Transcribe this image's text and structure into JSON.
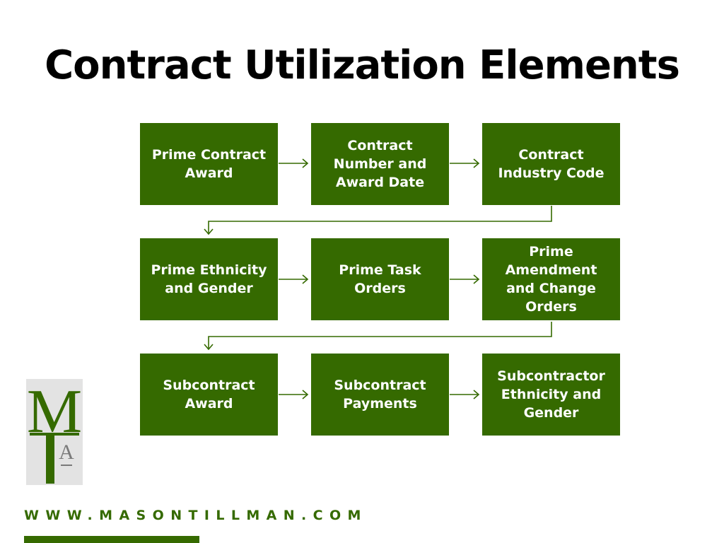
{
  "title": "Contract Utilization Elements",
  "colors": {
    "box_fill": "#356a00",
    "box_text": "#ffffff",
    "connector": "#356a00",
    "logo_background": "#e3e3e3"
  },
  "diagram": {
    "rows": [
      [
        {
          "label": "Prime Contract Award"
        },
        {
          "label": "Contract Number and Award Date"
        },
        {
          "label": "Contract Industry Code"
        }
      ],
      [
        {
          "label": "Prime Ethnicity and Gender"
        },
        {
          "label": "Prime Task Orders"
        },
        {
          "label": "Prime Amendment and Change Orders"
        }
      ],
      [
        {
          "label": "Subcontract Award"
        },
        {
          "label": "Subcontract Payments"
        },
        {
          "label": "Subcontractor Ethnicity and Gender"
        }
      ]
    ]
  },
  "logo": {
    "letters": [
      "M",
      "T",
      "A"
    ]
  },
  "footer": {
    "url": "WWW.MASONTILLMAN.COM"
  }
}
